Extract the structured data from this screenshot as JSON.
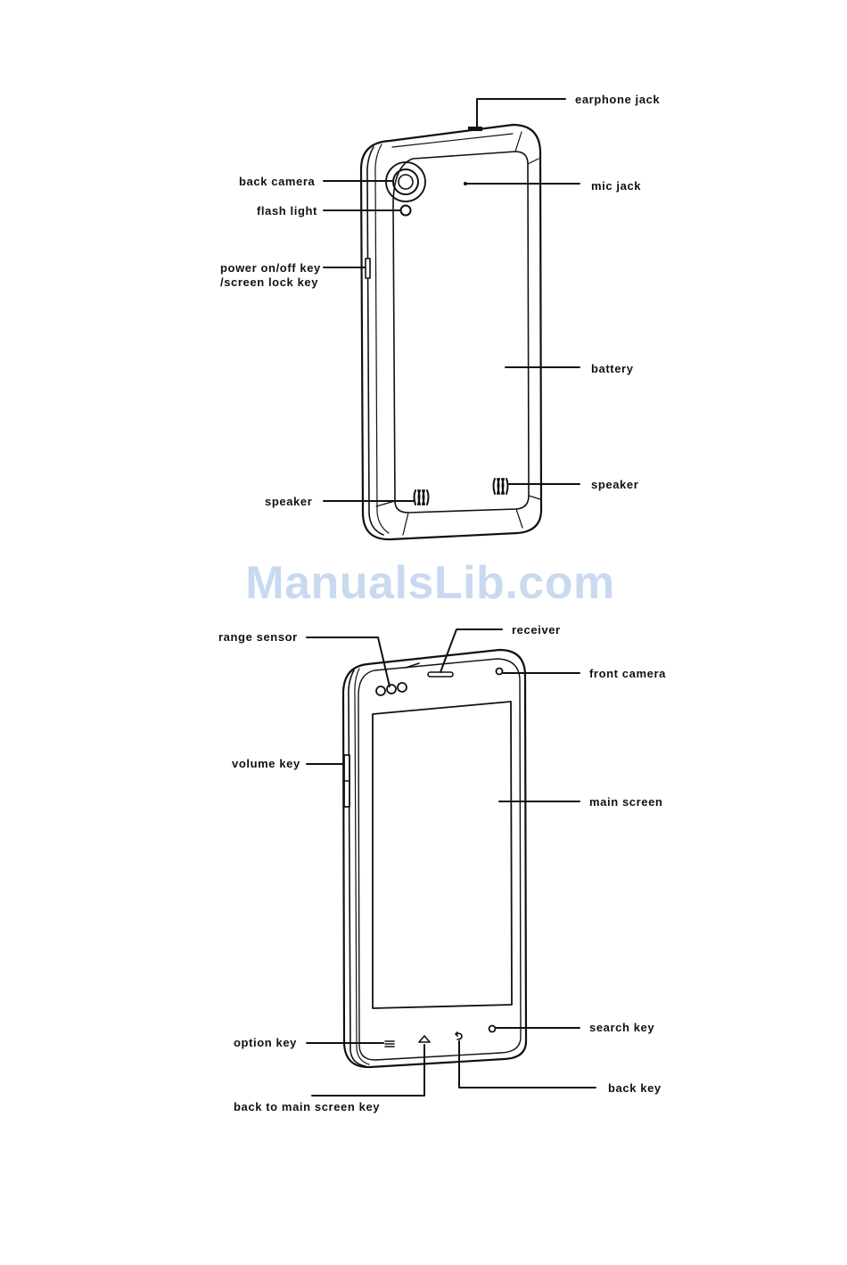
{
  "watermark": "ManualsLib.com",
  "back_view": {
    "labels": {
      "earphone_jack": "earphone jack",
      "back_camera": "back camera",
      "flash_light": "flash light",
      "power_key_line1": "power on/off key",
      "power_key_line2": "/screen lock key",
      "mic_jack": "mic jack",
      "battery": "battery",
      "speaker_left": "speaker",
      "speaker_right": "speaker"
    }
  },
  "front_view": {
    "labels": {
      "range_sensor": "range  sensor",
      "receiver": "receiver",
      "front_camera": "front camera",
      "volume_key": "volume key",
      "main_screen": "main screen",
      "search_key": "search key",
      "option_key": "option key",
      "back_key": "back key",
      "back_to_main": "back to main screen key"
    }
  },
  "colors": {
    "line": "#111111",
    "watermark": "#c9d9f0",
    "background": "#ffffff"
  }
}
